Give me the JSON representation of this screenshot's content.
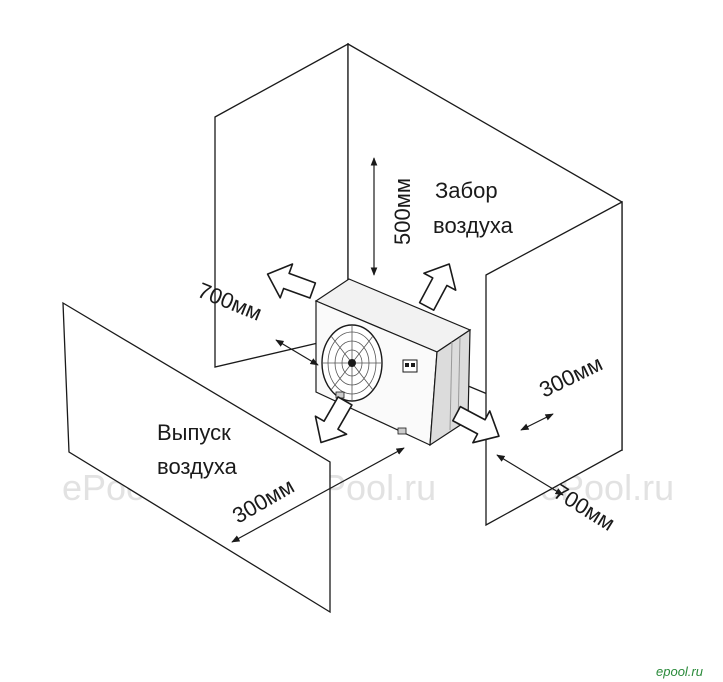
{
  "labels": {
    "air_intake_line1": "Забор",
    "air_intake_line2": "воздуха",
    "air_exhaust_line1": "Выпуск",
    "air_exhaust_line2": "воздуха",
    "dim_top": "500мм",
    "dim_left_side": "700мм",
    "dim_right_back": "300мм",
    "dim_right_front": "700мм",
    "dim_front": "300мм"
  },
  "watermarks": [
    "ePool.ru",
    "ePool.ru",
    "ePool.ru"
  ],
  "logo": "epool.ru",
  "colors": {
    "line": "#1a1a1a",
    "watermark": "#e2e2e2",
    "logo": "#2a8a3a"
  }
}
